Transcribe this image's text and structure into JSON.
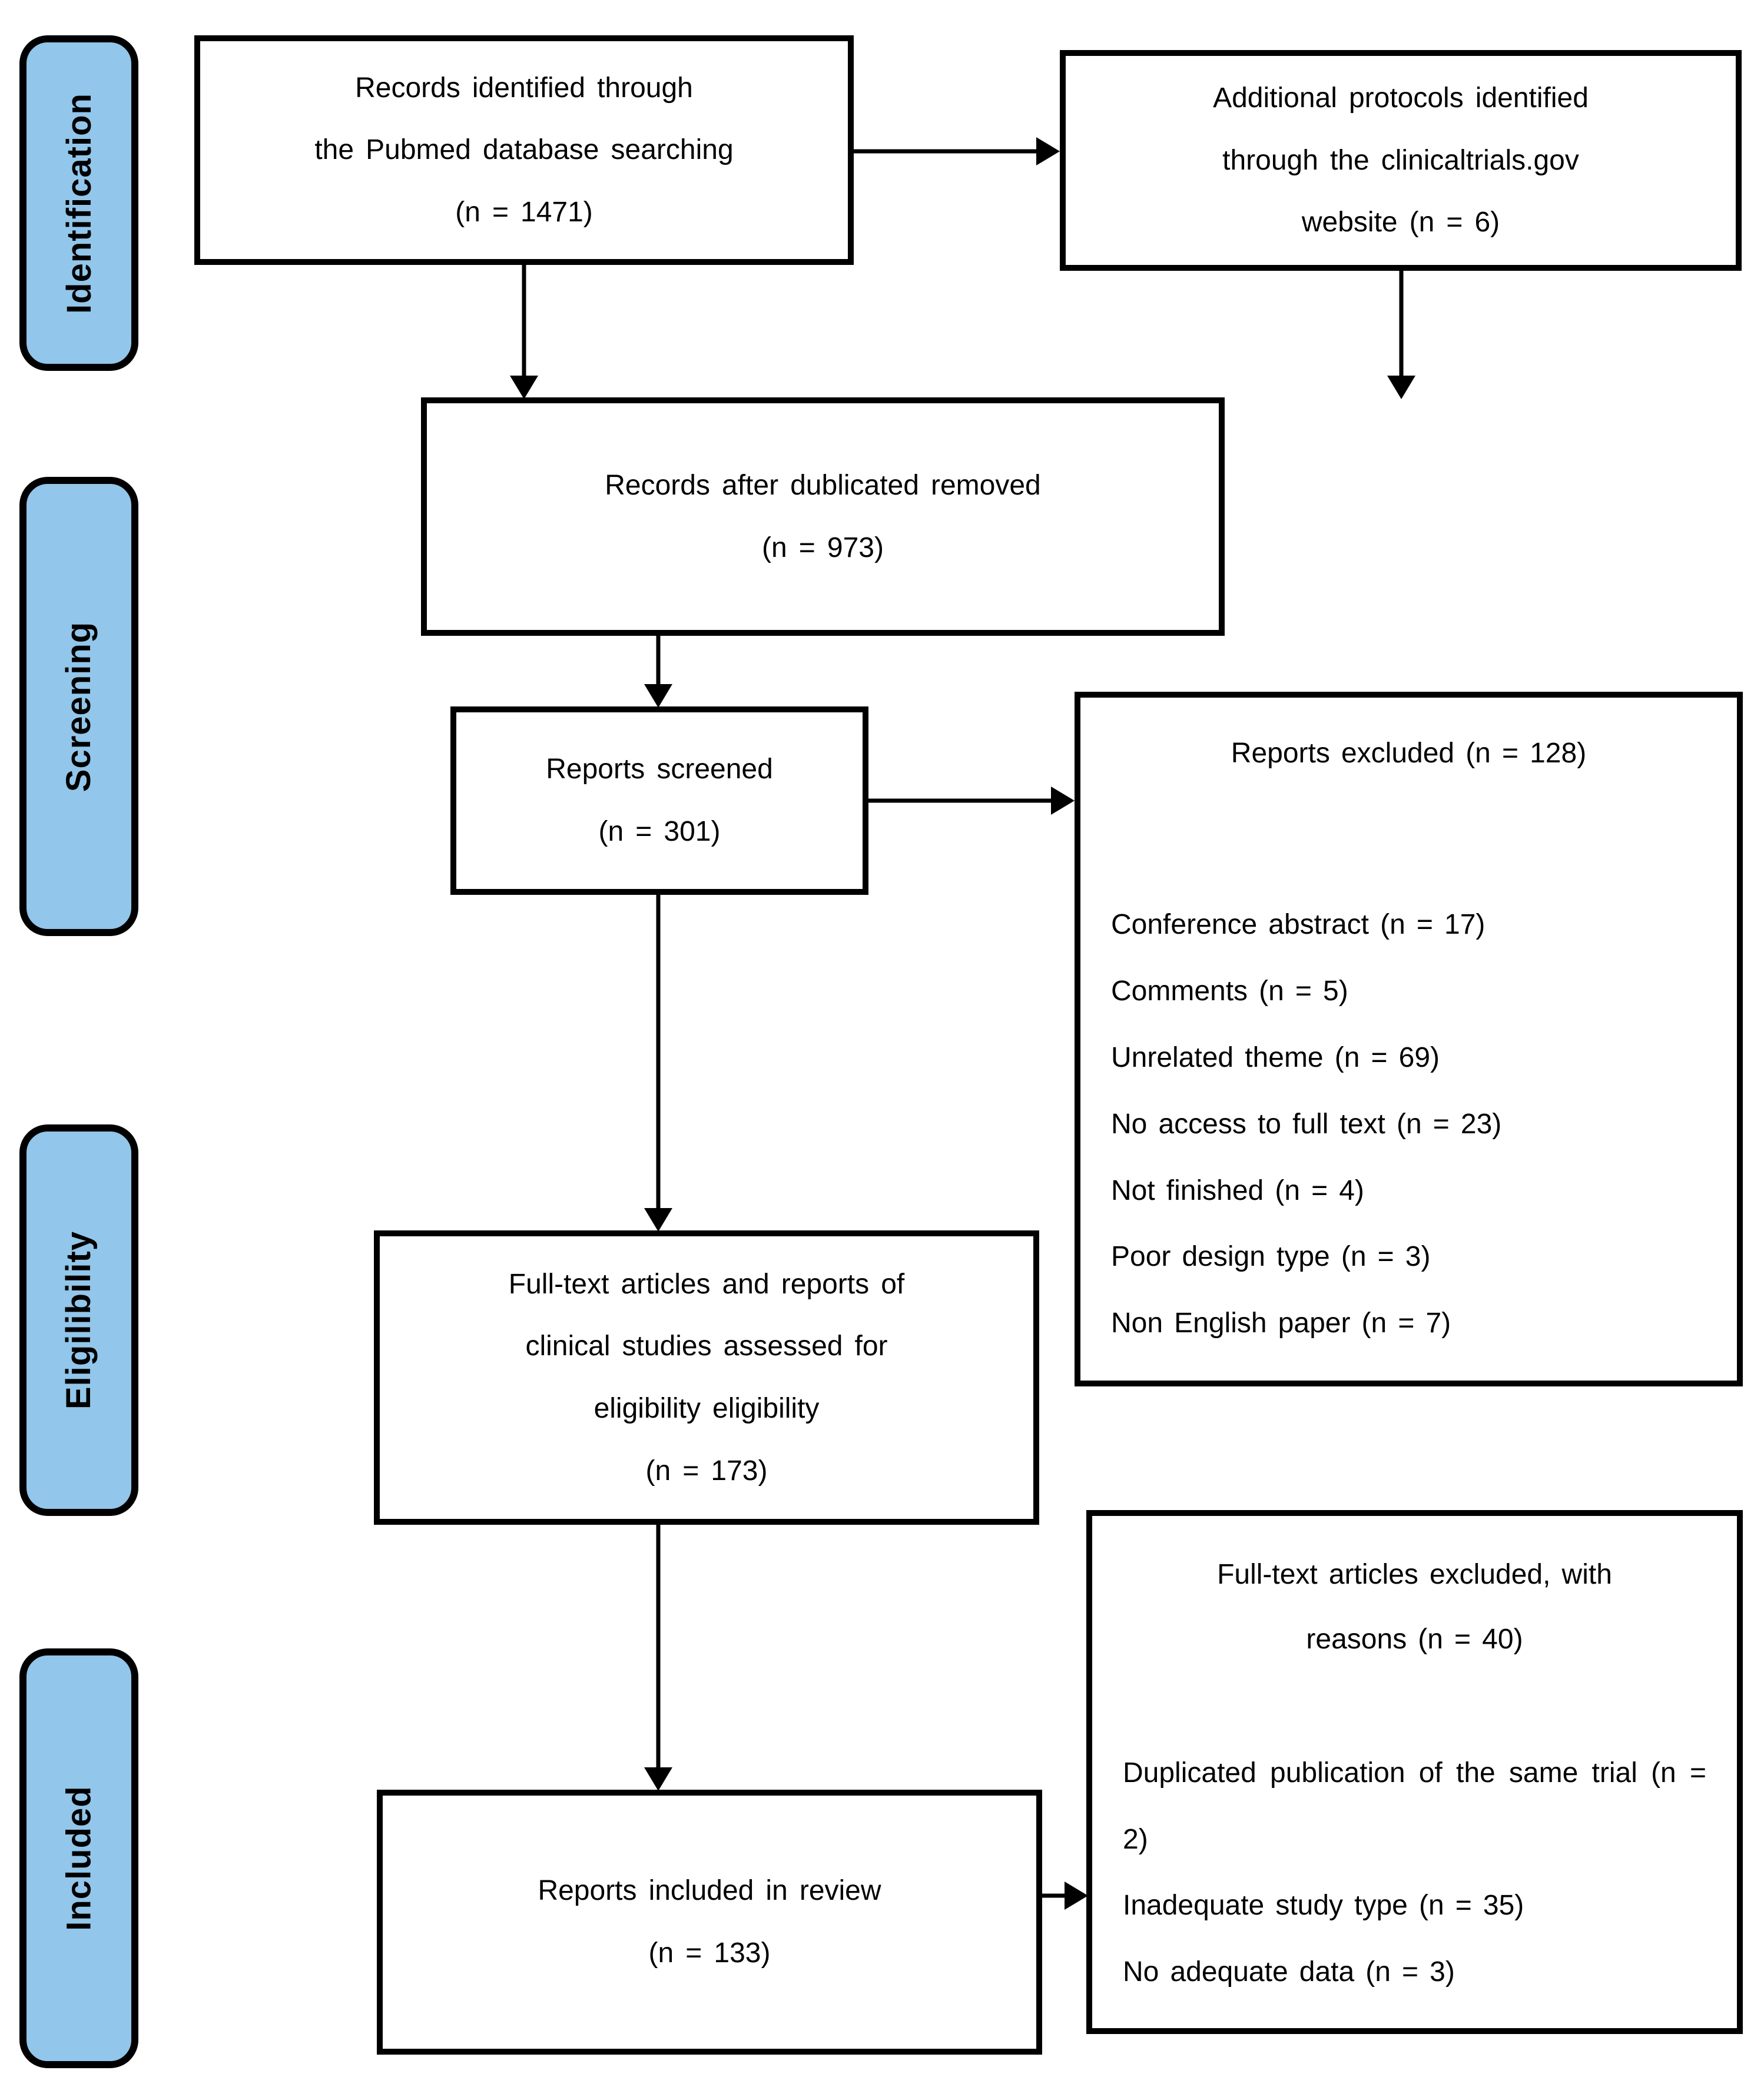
{
  "sidebar": {
    "items": [
      {
        "label": "Identification"
      },
      {
        "label": "Screening"
      },
      {
        "label": "Eligilibility"
      },
      {
        "label": "Included"
      }
    ]
  },
  "boxes": {
    "records_identified": {
      "lines": [
        "Records identified through",
        "the Pubmed database searching",
        "(n = 1471)"
      ]
    },
    "additional_protocols": {
      "lines": [
        "Additional protocols identified",
        "through the clinicaltrials.gov",
        "website (n = 6)"
      ]
    },
    "after_duplicates": {
      "lines": [
        "Records after dublicated removed",
        "(n = 973)"
      ]
    },
    "reports_screened": {
      "lines": [
        "Reports screened",
        "(n = 301)"
      ]
    },
    "reports_excluded": {
      "title": "Reports excluded (n = 128)",
      "items": [
        "Conference abstract (n = 17)",
        "Comments (n = 5)",
        "Unrelated theme (n = 69)",
        "No access to full text (n = 23)",
        "Not finished (n = 4)",
        "Poor design type (n = 3)",
        "Non English paper (n = 7)"
      ]
    },
    "fulltext_assessed": {
      "lines": [
        "Full-text articles and reports of",
        "clinical studies assessed for",
        "eligibility eligibility",
        "(n = 173)"
      ]
    },
    "fulltext_excluded": {
      "title_lines": [
        "Full-text articles excluded, with",
        "reasons (n = 40)"
      ],
      "items": [
        "Duplicated publication of the same trial (n = 2)",
        "Inadequate study type (n = 35)",
        "No adequate data (n = 3)"
      ]
    },
    "reports_included": {
      "lines": [
        "Reports included in review",
        "(n = 133)"
      ]
    }
  },
  "colors": {
    "sidebar_fill": "#92c6ea",
    "line": "#000000",
    "background": "#ffffff"
  }
}
